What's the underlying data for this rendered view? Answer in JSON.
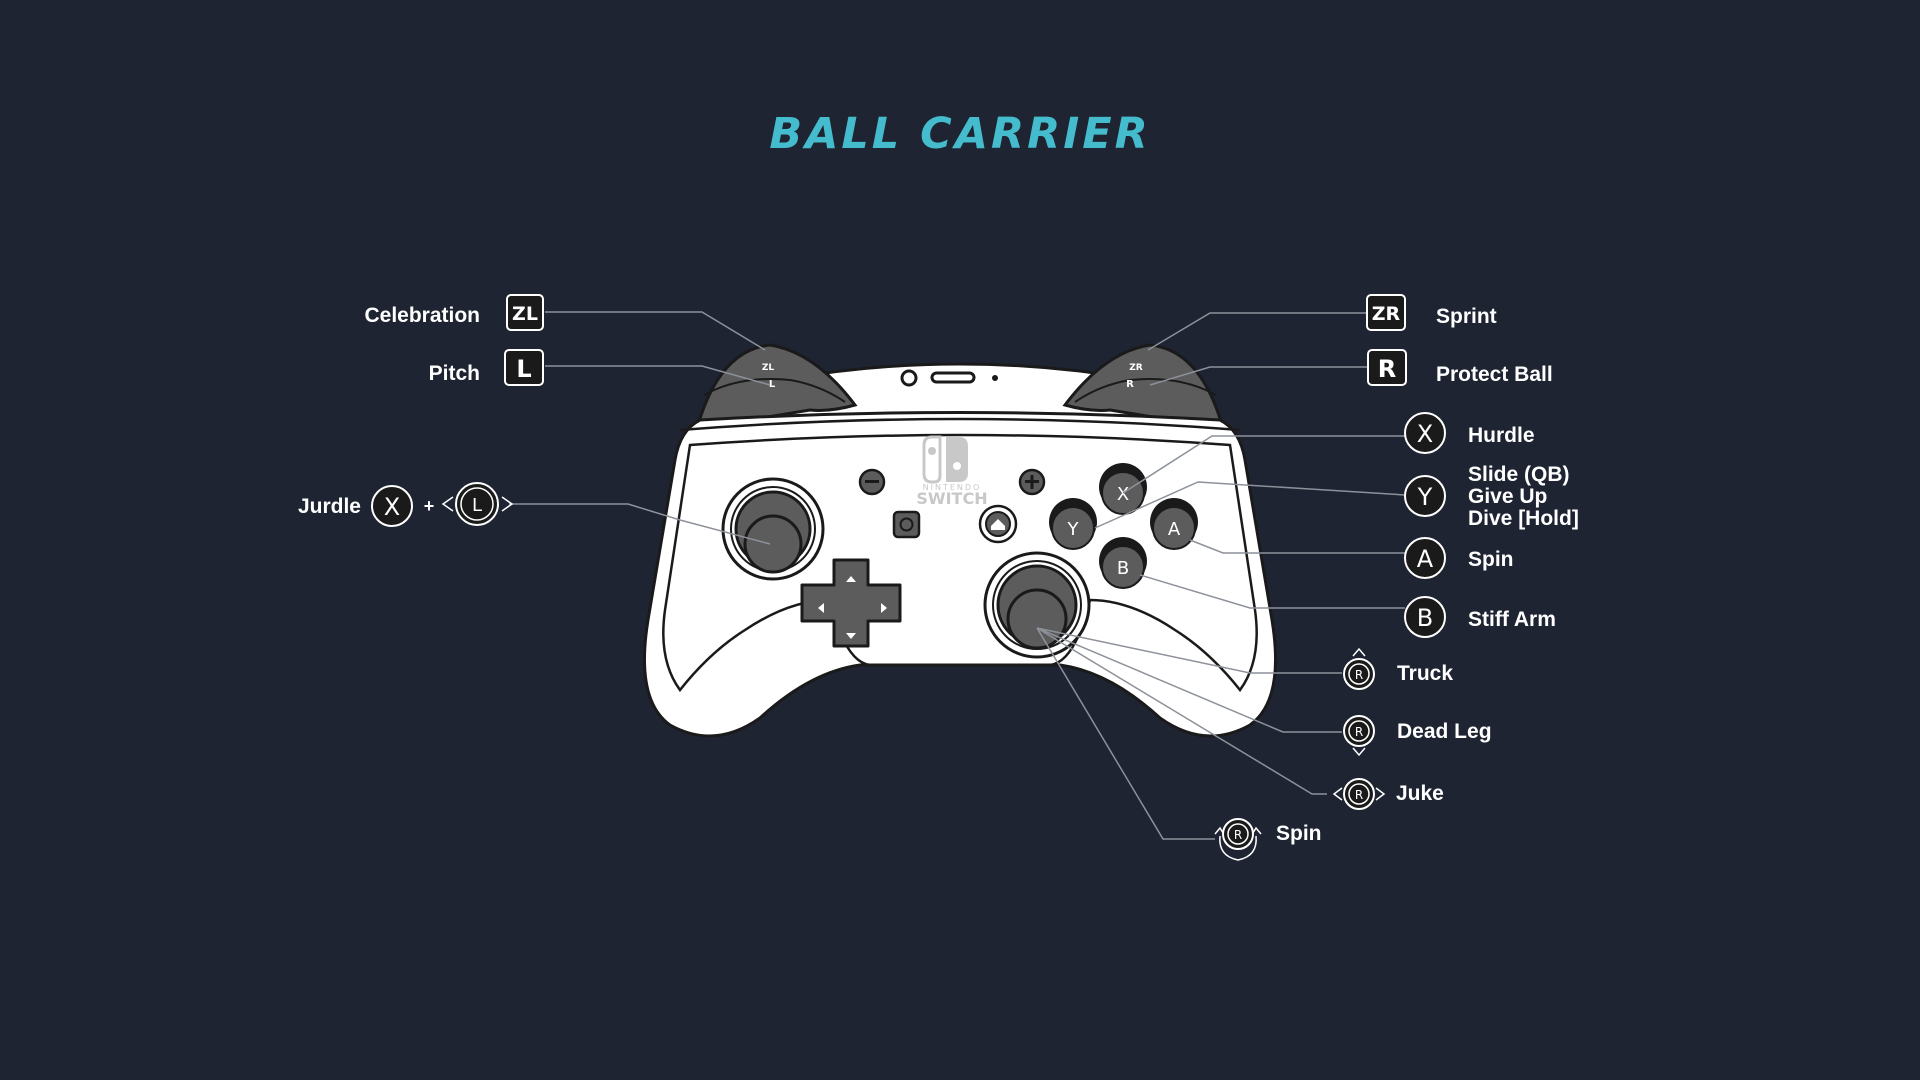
{
  "title": "BALL CARRIER",
  "colors": {
    "background": "#1f2433",
    "title": "#45bccd",
    "label": "#ffffff",
    "leader_line": "#8d919a",
    "controller_body": "#ffffff",
    "controller_dark": "#4a4a4a"
  },
  "controller": {
    "brand_top": "NINTENDO",
    "brand_bottom": "SWITCH",
    "zl": "ZL",
    "l": "L",
    "zr": "ZR",
    "r": "R",
    "btn_x": "X",
    "btn_y": "Y",
    "btn_a": "A",
    "btn_b": "B",
    "minus": "−",
    "plus": "+"
  },
  "left_mappings": [
    {
      "button": "ZL",
      "label": "Celebration"
    },
    {
      "button": "L",
      "label": "Pitch"
    }
  ],
  "jurdle": {
    "label": "Jurdle",
    "button": "X",
    "plus": "+",
    "stick": "L"
  },
  "right_mappings": [
    {
      "button": "ZR",
      "label": "Sprint"
    },
    {
      "button": "R",
      "label": "Protect Ball"
    },
    {
      "button": "X",
      "label": "Hurdle"
    },
    {
      "button": "Y",
      "lines": [
        "Slide (QB)",
        "Give Up",
        "Dive [Hold]"
      ]
    },
    {
      "button": "A",
      "label": "Spin"
    },
    {
      "button": "B",
      "label": "Stiff Arm"
    }
  ],
  "stick_mappings": [
    {
      "stick": "R",
      "direction": "up",
      "label": "Truck"
    },
    {
      "stick": "R",
      "direction": "down",
      "label": "Dead Leg"
    },
    {
      "stick": "R",
      "direction": "left-right",
      "label": "Juke"
    },
    {
      "stick": "R",
      "direction": "rotate",
      "label": "Spin"
    }
  ]
}
